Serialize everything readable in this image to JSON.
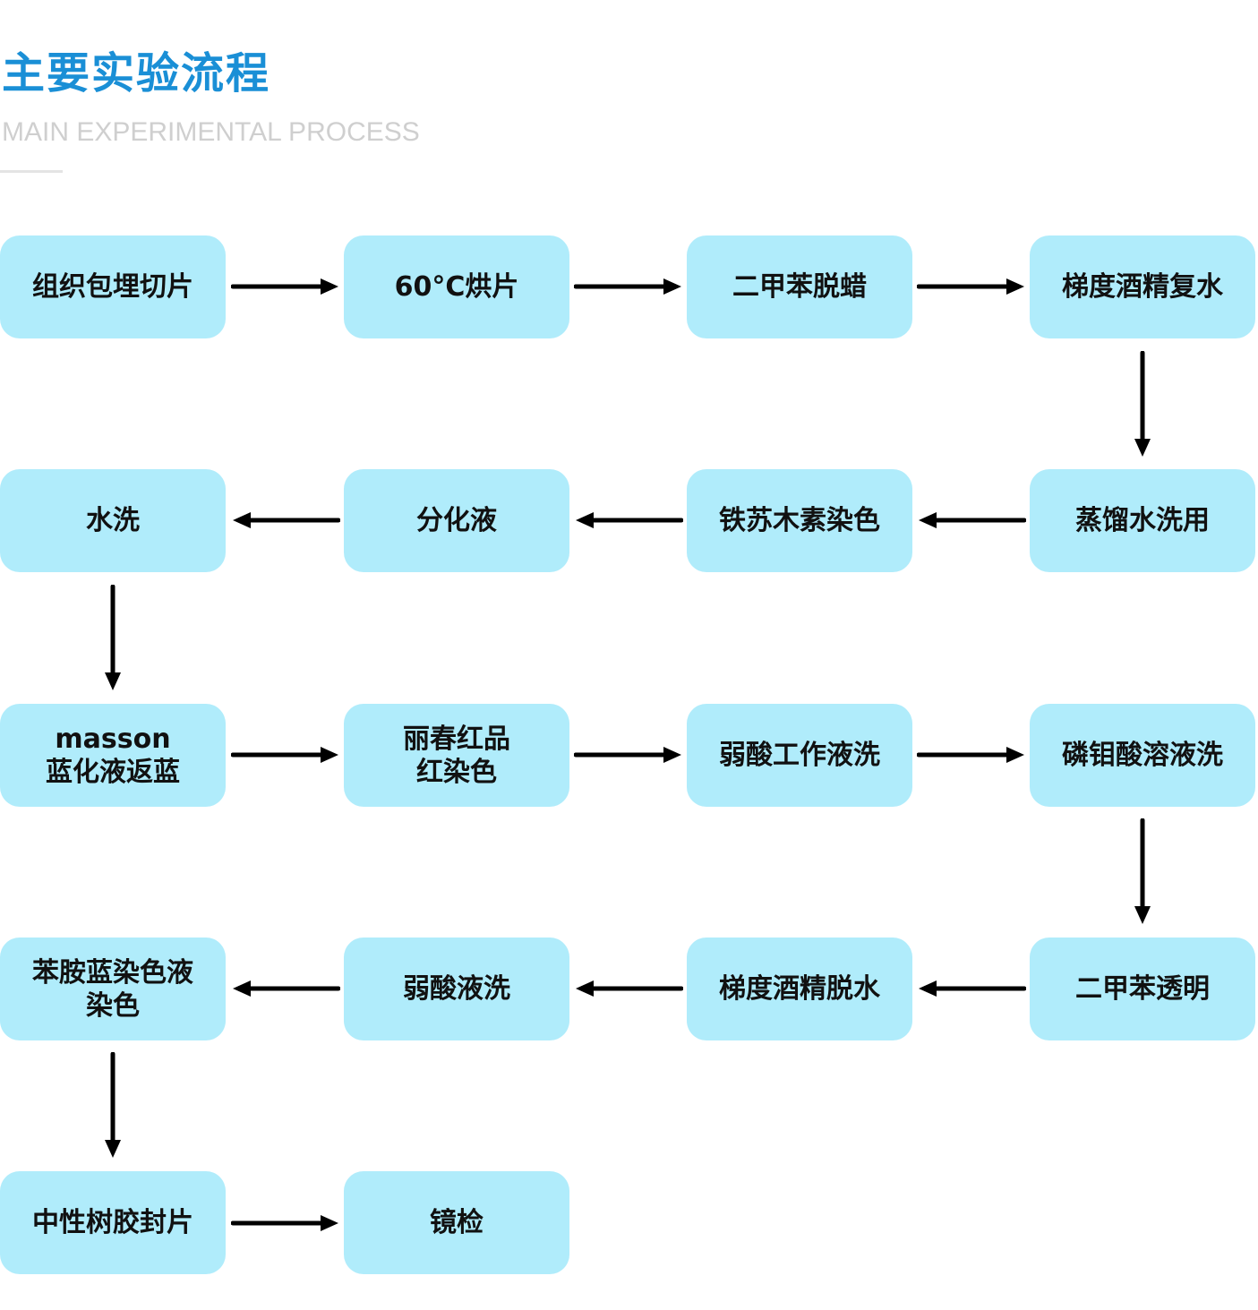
{
  "header": {
    "title": "主要实验流程",
    "subtitle": "MAIN EXPERIMENTAL PROCESS"
  },
  "colors": {
    "title": "#1a8fd6",
    "box_fill": "#b0ecfb",
    "arrow": "#000000",
    "text": "#111111"
  },
  "steps": [
    {
      "lines": [
        "组织包埋切片"
      ]
    },
    {
      "lines": [
        "60°C烘片"
      ]
    },
    {
      "lines": [
        "二甲苯脱蜡"
      ]
    },
    {
      "lines": [
        "梯度酒精复水"
      ]
    },
    {
      "lines": [
        "蒸馏水洗用"
      ]
    },
    {
      "lines": [
        "铁苏木素染色"
      ]
    },
    {
      "lines": [
        "分化液"
      ]
    },
    {
      "lines": [
        "水洗"
      ]
    },
    {
      "lines": [
        "masson",
        "蓝化液返蓝"
      ]
    },
    {
      "lines": [
        "丽春红品",
        "红染色"
      ]
    },
    {
      "lines": [
        "弱酸工作液洗"
      ]
    },
    {
      "lines": [
        "磷钼酸溶液洗"
      ]
    },
    {
      "lines": [
        "二甲苯透明"
      ]
    },
    {
      "lines": [
        "梯度酒精脱水"
      ]
    },
    {
      "lines": [
        "弱酸液洗"
      ]
    },
    {
      "lines": [
        "苯胺蓝染色液",
        "染色"
      ]
    },
    {
      "lines": [
        "中性树胶封片"
      ]
    },
    {
      "lines": [
        "镜检"
      ]
    }
  ]
}
